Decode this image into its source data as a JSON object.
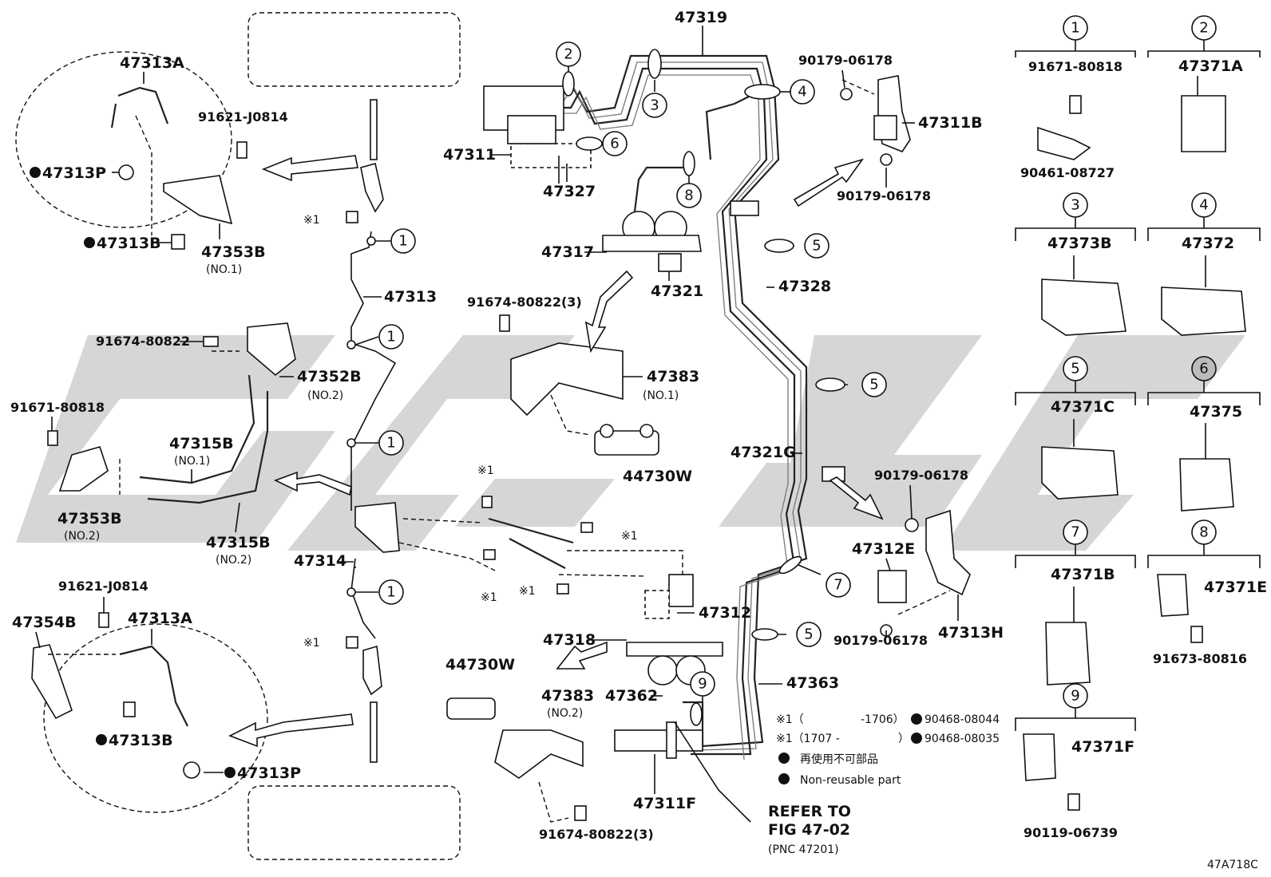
{
  "labels": {
    "p47319": "47319",
    "p47311": "47311",
    "p47327": "47327",
    "p47317": "47317",
    "p47321": "47321",
    "p47328": "47328",
    "p47383_a": "47383",
    "p47383_a_sub": "(NO.1)",
    "p44730W_a": "44730W",
    "p47321G": "47321G",
    "p47312": "47312",
    "p47318": "47318",
    "p47362": "47362",
    "p47363": "47363",
    "p47311F": "47311F",
    "p44730W_b": "44730W",
    "p47383_b": "47383",
    "p47383_b_sub": "(NO.2)",
    "p91674_80822_3a": "91674-80822(3)",
    "p91674_80822_3b": "91674-80822(3)",
    "p47313A_a": "47313A",
    "p91621_J0814_a": "91621-J0814",
    "p47313P_a": "47313P",
    "p47313B_a": "47313B",
    "p47353B_a": "47353B",
    "p47353B_a_sub": "(NO.1)",
    "p47313": "47313",
    "p91674_80822": "91674-80822",
    "p47352B": "47352B",
    "p47352B_sub": "(NO.2)",
    "p91671_80818_left": "91671-80818",
    "p47315B_a": "47315B",
    "p47315B_a_sub": "(NO.1)",
    "p47353B_b": "47353B",
    "p47353B_b_sub": "(NO.2)",
    "p47315B_b": "47315B",
    "p47315B_b_sub": "(NO.2)",
    "p47314": "47314",
    "p91621_J0814_b": "91621-J0814",
    "p47354B": "47354B",
    "p47313A_b": "47313A",
    "p47313B_b": "47313B",
    "p47313P_b": "47313P",
    "p90179_06178_a": "90179-06178",
    "p47311B": "47311B",
    "p90179_06178_b": "90179-06178",
    "p90179_06178_c": "90179-06178",
    "p47312E": "47312E",
    "p90179_06178_d": "90179-06178",
    "p47313H": "47313H",
    "kome1": "※1",
    "refer1": "REFER TO",
    "refer2": "FIG 47-02",
    "refer3": "(PNC 47201)"
  },
  "legend": {
    "row1_mark": "※1（",
    "row1_range": "-1706）",
    "row1_part": "90468-08044",
    "row2_mark": "※1（1707 -",
    "row2_close": "）",
    "row2_part": "90468-08035",
    "row3": "再使用不可部品",
    "row4": "Non-reusable part"
  },
  "panels": [
    {
      "num": "1",
      "top": "91671-80818",
      "bottom": "90461-08727"
    },
    {
      "num": "2",
      "top": "47371A"
    },
    {
      "num": "3",
      "top": "47373B"
    },
    {
      "num": "4",
      "top": "47372"
    },
    {
      "num": "5",
      "top": "47371C"
    },
    {
      "num": "6",
      "top": "47375"
    },
    {
      "num": "7",
      "top": "47371B"
    },
    {
      "num": "8",
      "top": "47371E",
      "bottom": "91673-80816"
    },
    {
      "num": "9",
      "top": "47371F",
      "bottom": "90119-06739"
    }
  ],
  "callouts": [
    "1",
    "2",
    "3",
    "4",
    "5",
    "6",
    "7",
    "8",
    "9"
  ],
  "figure_id": "47A718C"
}
